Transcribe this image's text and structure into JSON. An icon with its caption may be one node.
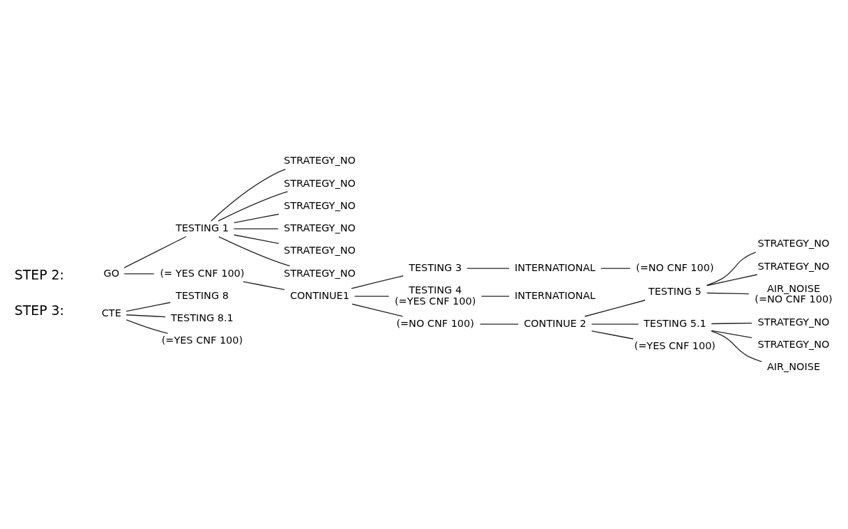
{
  "diagram": {
    "nodes": [
      {
        "text": [
          "GO"
        ]
      },
      {
        "text": [
          "TESTING 1"
        ]
      },
      {
        "text": [
          "STRATEGY_NO"
        ]
      },
      {
        "text": [
          "STRATEGY_NO"
        ]
      },
      {
        "text": [
          "STRATEGY_NO"
        ]
      },
      {
        "text": [
          "STRATEGY_NO"
        ]
      },
      {
        "text": [
          "STRATEGY_NO"
        ]
      },
      {
        "text": [
          "STRATEGY_NO"
        ]
      },
      {
        "text": [
          "(= YES CNF 100)"
        ]
      },
      {
        "text": [
          "CONTINUE1"
        ]
      },
      {
        "text": [
          "TESTING 3"
        ]
      },
      {
        "text": [
          "INTERNATIONAL"
        ]
      },
      {
        "text": [
          "(=NO CNF 100)"
        ]
      },
      {
        "text": [
          "TESTING 4"
        ],
        "beside": [
          "(=YES CNF 100)"
        ]
      },
      {
        "text": [
          "INTERNATIONAL"
        ]
      },
      {
        "text": [
          "(=NO CNF 100)"
        ]
      },
      {
        "text": [
          "CONTINUE 2"
        ]
      },
      {
        "text": [
          "TESTING 5"
        ]
      },
      {
        "text": [
          "STRATEGY_NO"
        ]
      },
      {
        "text": [
          "STRATEGY_NO"
        ]
      },
      {
        "text": [
          "AIR_NOISE"
        ],
        "beside": [
          "(=NO CNF 100)"
        ]
      },
      {
        "text": [
          "TESTING 5.1"
        ]
      },
      {
        "text": [
          "STRATEGY_NO"
        ]
      },
      {
        "text": [
          "STRATEGY_NO"
        ]
      },
      {
        "text": [
          "AIR_NOISE"
        ]
      },
      {
        "text": [
          "(=YES CNF 100)"
        ]
      },
      {
        "text": [
          "CTE"
        ]
      },
      {
        "text": [
          "TESTING 8"
        ]
      },
      {
        "text": [
          "TESTING 8.1"
        ]
      },
      {
        "text": [
          "(=YES CNF 100)"
        ]
      }
    ],
    "edges": [
      {
        "from": 0,
        "to": 1,
        "arrow": "none"
      },
      {
        "from": 1,
        "to": 2,
        "arrow": "none"
      },
      {
        "from": 1,
        "to": 3,
        "arrow": "none"
      },
      {
        "from": 1,
        "to": 4,
        "arrow": "none"
      },
      {
        "from": 1,
        "to": 5,
        "arrow": "none"
      },
      {
        "from": 1,
        "to": 6,
        "arrow": "none"
      },
      {
        "from": 1,
        "to": 7,
        "arrow": "none"
      },
      {
        "from": 0,
        "to": 8,
        "arrow": "none"
      },
      {
        "from": 8,
        "to": 9,
        "arrow": "none"
      },
      {
        "from": 9,
        "to": 10,
        "arrow": "none"
      },
      {
        "from": 10,
        "to": 11,
        "arrow": "none"
      },
      {
        "from": 11,
        "to": 12,
        "arrow": "none"
      },
      {
        "from": 9,
        "to": 13,
        "arrow": "none"
      },
      {
        "from": 13,
        "to": 14,
        "arrow": "none"
      },
      {
        "from": 9,
        "to": 15,
        "arrow": "none"
      },
      {
        "from": 15,
        "to": 16,
        "arrow": "none"
      },
      {
        "from": 16,
        "to": 17,
        "arrow": "none"
      },
      {
        "from": 17,
        "to": 18,
        "arrow": "none"
      },
      {
        "from": 17,
        "to": 19,
        "arrow": "none"
      },
      {
        "from": 17,
        "to": 20,
        "arrow": "none"
      },
      {
        "from": 16,
        "to": 21,
        "arrow": "none"
      },
      {
        "from": 21,
        "to": 22,
        "arrow": "none"
      },
      {
        "from": 21,
        "to": 23,
        "arrow": "none"
      },
      {
        "from": 21,
        "to": 24,
        "arrow": "none"
      },
      {
        "from": 16,
        "to": 25,
        "arrow": "none"
      },
      {
        "from": 26,
        "to": 27,
        "arrow": "none"
      },
      {
        "from": 26,
        "to": 28,
        "arrow": "none"
      },
      {
        "from": 26,
        "to": 29,
        "arrow": "none"
      }
    ],
    "labels": [
      "STEP 2:",
      "STEP 3:"
    ]
  }
}
